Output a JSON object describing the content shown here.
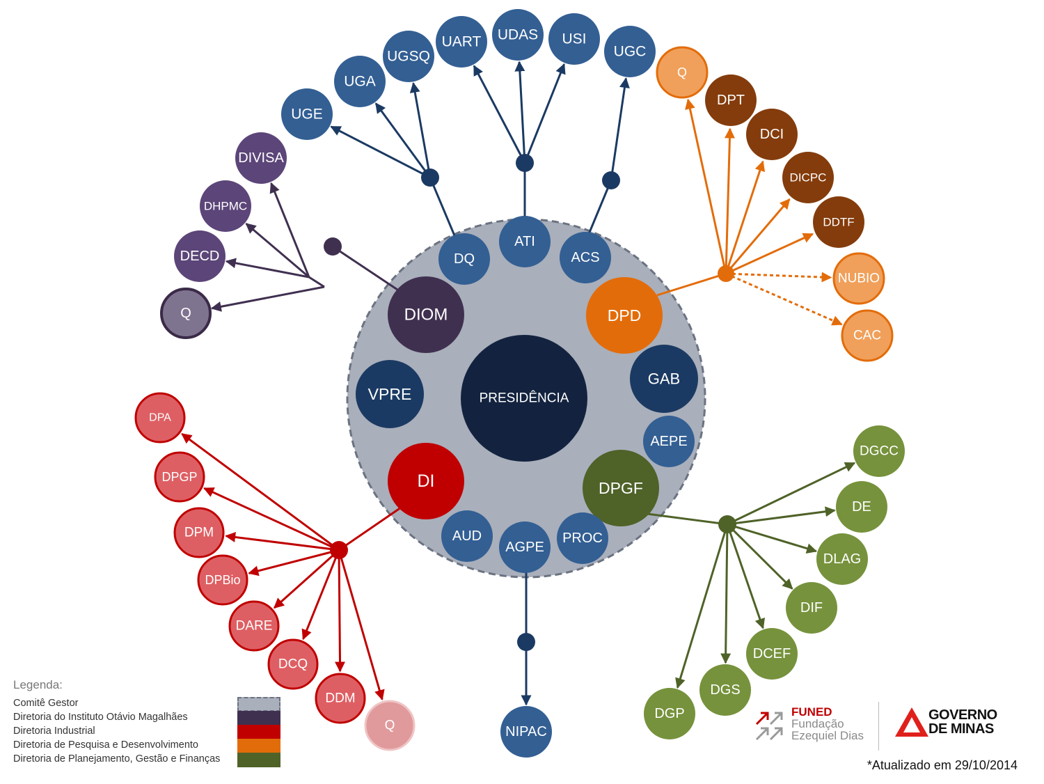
{
  "center": "PRESIDÊNCIA",
  "committee": [
    "DIOM",
    "DPD",
    "GAB",
    "AEPE",
    "DPGF",
    "PROC",
    "AGPE",
    "AUD",
    "DI",
    "VPRE",
    "DQ",
    "ATI",
    "ACS"
  ],
  "branches": {
    "dq": [
      "UGE",
      "UGA",
      "UGSQ"
    ],
    "ati": [
      "UART",
      "UDAS",
      "USI"
    ],
    "acs": [
      "UGC"
    ],
    "diom": [
      "DIVISA",
      "DHPMC",
      "DECD",
      "Q"
    ],
    "dpd": [
      "Q",
      "DPT",
      "DCI",
      "DICPC",
      "DDTF",
      "NUBIO",
      "CAC"
    ],
    "di": [
      "DPA",
      "DPGP",
      "DPM",
      "DPBio",
      "DARE",
      "DCQ",
      "DDM",
      "Q"
    ],
    "dpgf": [
      "DGCC",
      "DE",
      "DLAG",
      "DIF",
      "DCEF",
      "DGS",
      "DGP"
    ],
    "agpe": [
      "NIPAC"
    ]
  },
  "colors": {
    "committee_fill": "#a9afbb",
    "committee_border": "#6b7280",
    "presidency": "#13233f",
    "navy": "#1b3a63",
    "blue_unit": "#335f93",
    "purple": "#403050",
    "purple_light": "#5c4578",
    "purple_q": "#7f748f",
    "orange": "#e36c0a",
    "orange_light": "#f0a05a",
    "brown": "#843c0c",
    "red": "#c00000",
    "red_light": "#de5f63",
    "red_q": "#e09a9c",
    "green": "#4f6228",
    "green_light": "#76923c"
  },
  "legend": {
    "title": "Legenda:",
    "items": [
      {
        "label": "Comitê Gestor",
        "color": "#a9afbb",
        "style": "dashed"
      },
      {
        "label": "Diretoria do Instituto Otávio Magalhães",
        "color": "#403050",
        "style": "solid"
      },
      {
        "label": "Diretoria Industrial",
        "color": "#c00000",
        "style": "solid"
      },
      {
        "label": "Diretoria de Pesquisa e Desenvolvimento",
        "color": "#e36c0a",
        "style": "solid"
      },
      {
        "label": "Diretoria de Planejamento, Gestão e Finanças",
        "color": "#4f6228",
        "style": "solid"
      }
    ]
  },
  "logos": {
    "funed_name": "FUNED",
    "funed_line1": "Fundação",
    "funed_line2": "Ezequiel Dias",
    "gov_line1": "GOVERNO",
    "gov_line2": "DE MINAS"
  },
  "footnote": "*Atualizado em 29/10/2014"
}
